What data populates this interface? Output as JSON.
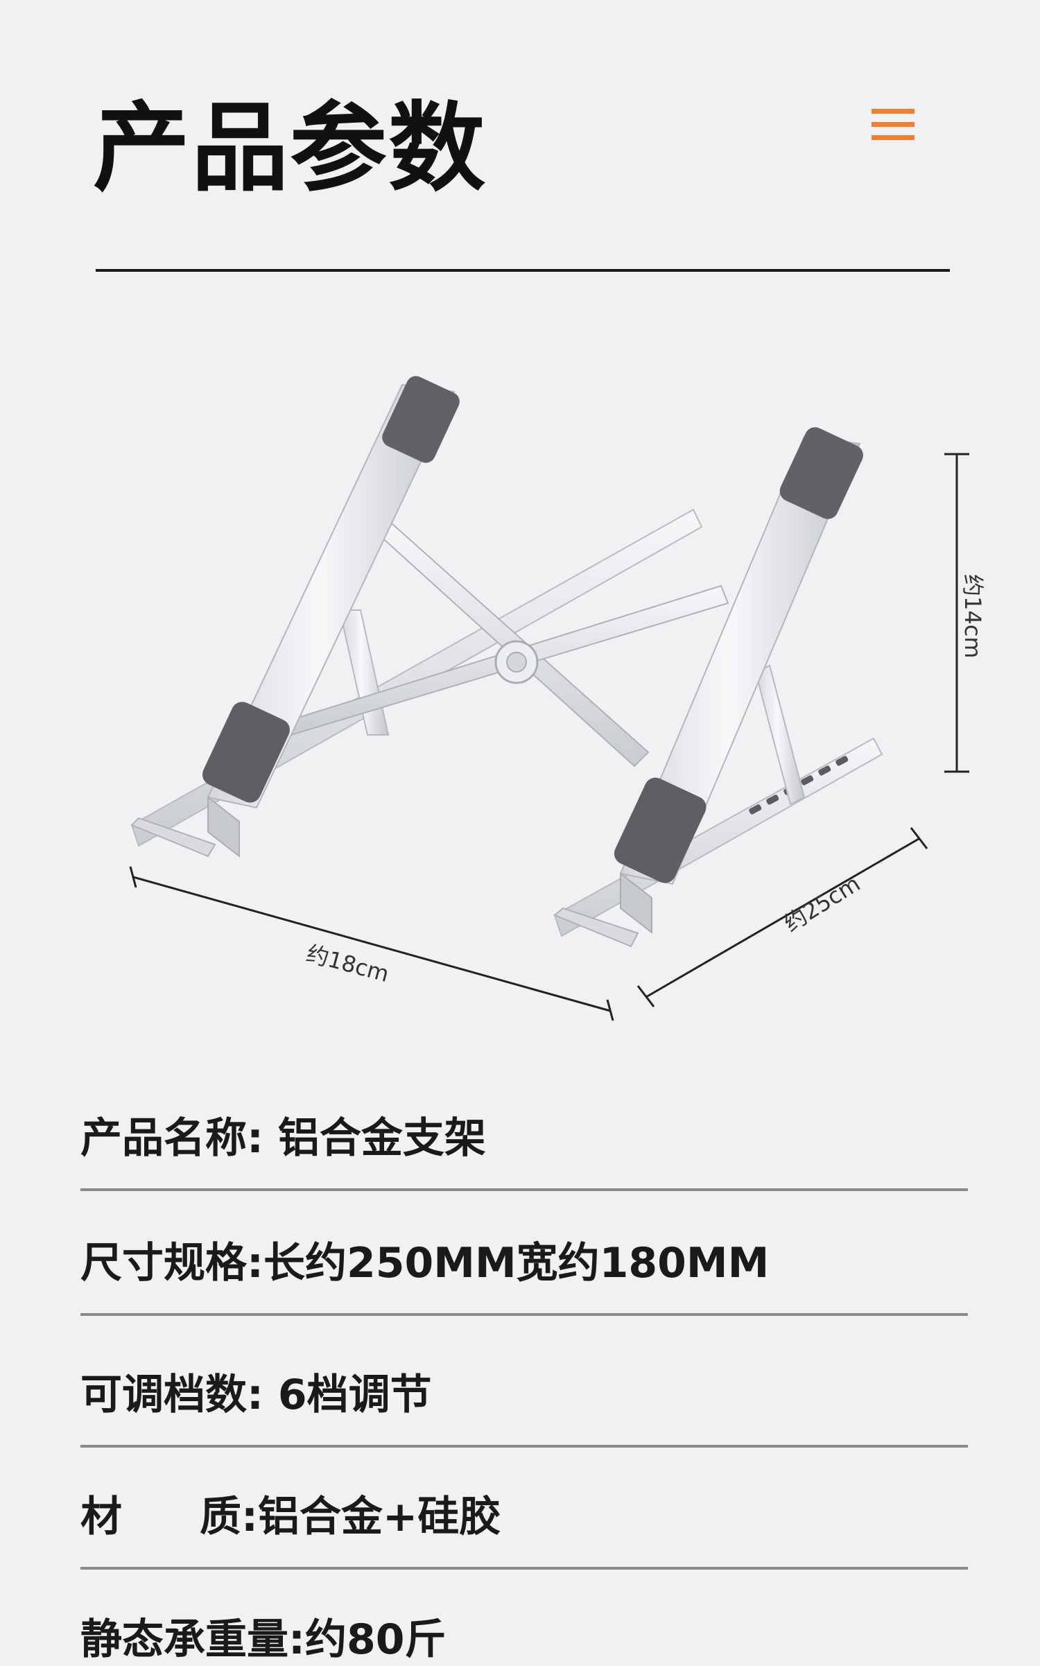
{
  "header": {
    "title": "产品参数"
  },
  "figure": {
    "dimensions": {
      "length": "约18cm",
      "width": "约25cm",
      "height": "约14cm"
    }
  },
  "specs": [
    {
      "text": "产品名称: 铝合金支架"
    },
    {
      "text": "尺寸规格:长约250MM宽约180MM"
    },
    {
      "text": "可调档数: 6档调节"
    },
    {
      "key": "材",
      "value": "质:铝合金+硅胶"
    },
    {
      "text": "静态承重量:约80斤"
    }
  ],
  "colors": {
    "background": "#f1f1f3",
    "accent": "#f0802e",
    "text": "#1a1a1a"
  },
  "icons": {
    "menu": "menu-icon"
  }
}
